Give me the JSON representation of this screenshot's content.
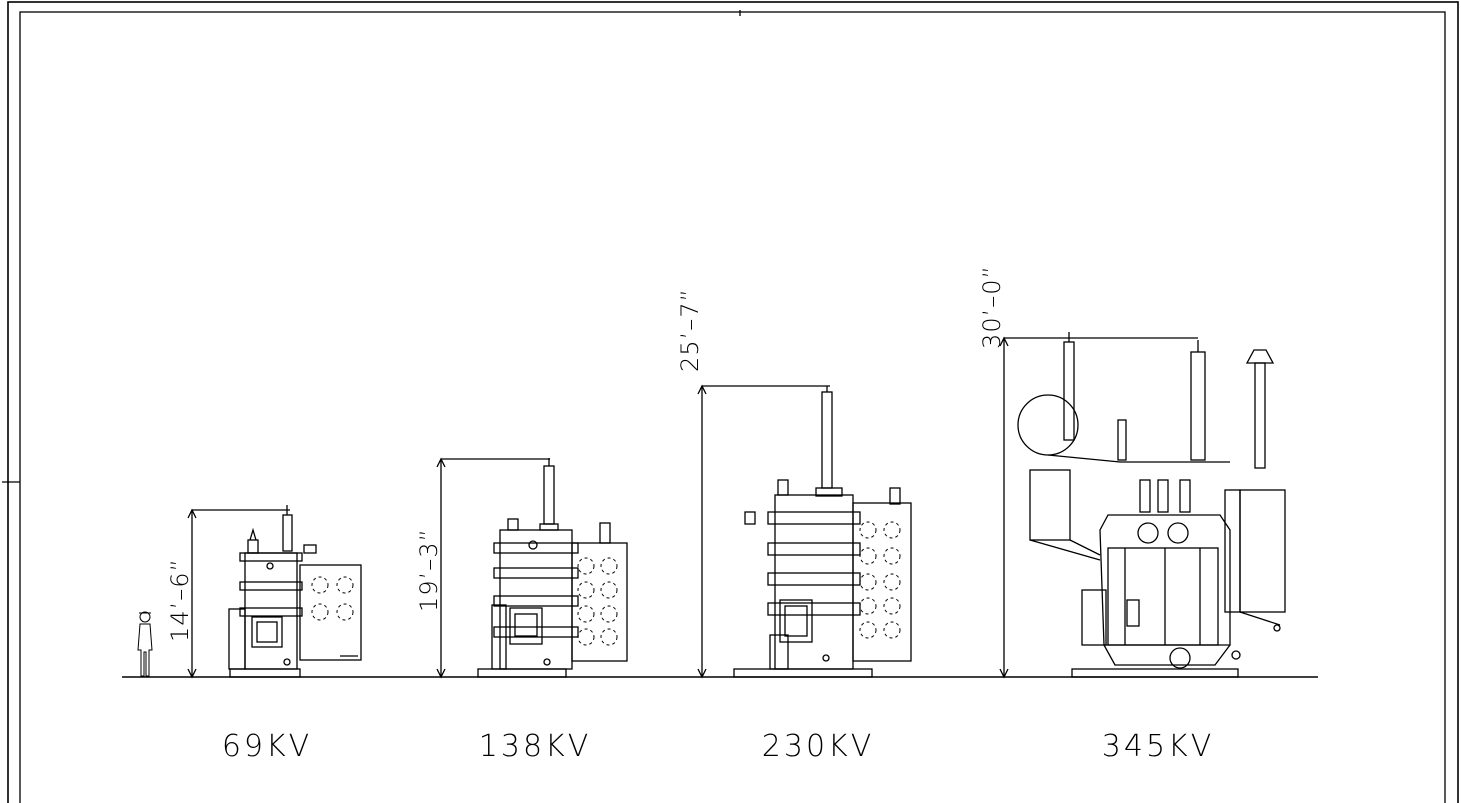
{
  "drawing": {
    "border_color": "#000000",
    "background": "#ffffff",
    "human_figure": "person-silhouette-for-scale",
    "transformers": [
      {
        "voltage": "69KV",
        "height": "14’–6”"
      },
      {
        "voltage": "138KV",
        "height": "19’–3”"
      },
      {
        "voltage": "230KV",
        "height": "25’–7”"
      },
      {
        "voltage": "345KV",
        "height": "30’–0”"
      }
    ]
  }
}
